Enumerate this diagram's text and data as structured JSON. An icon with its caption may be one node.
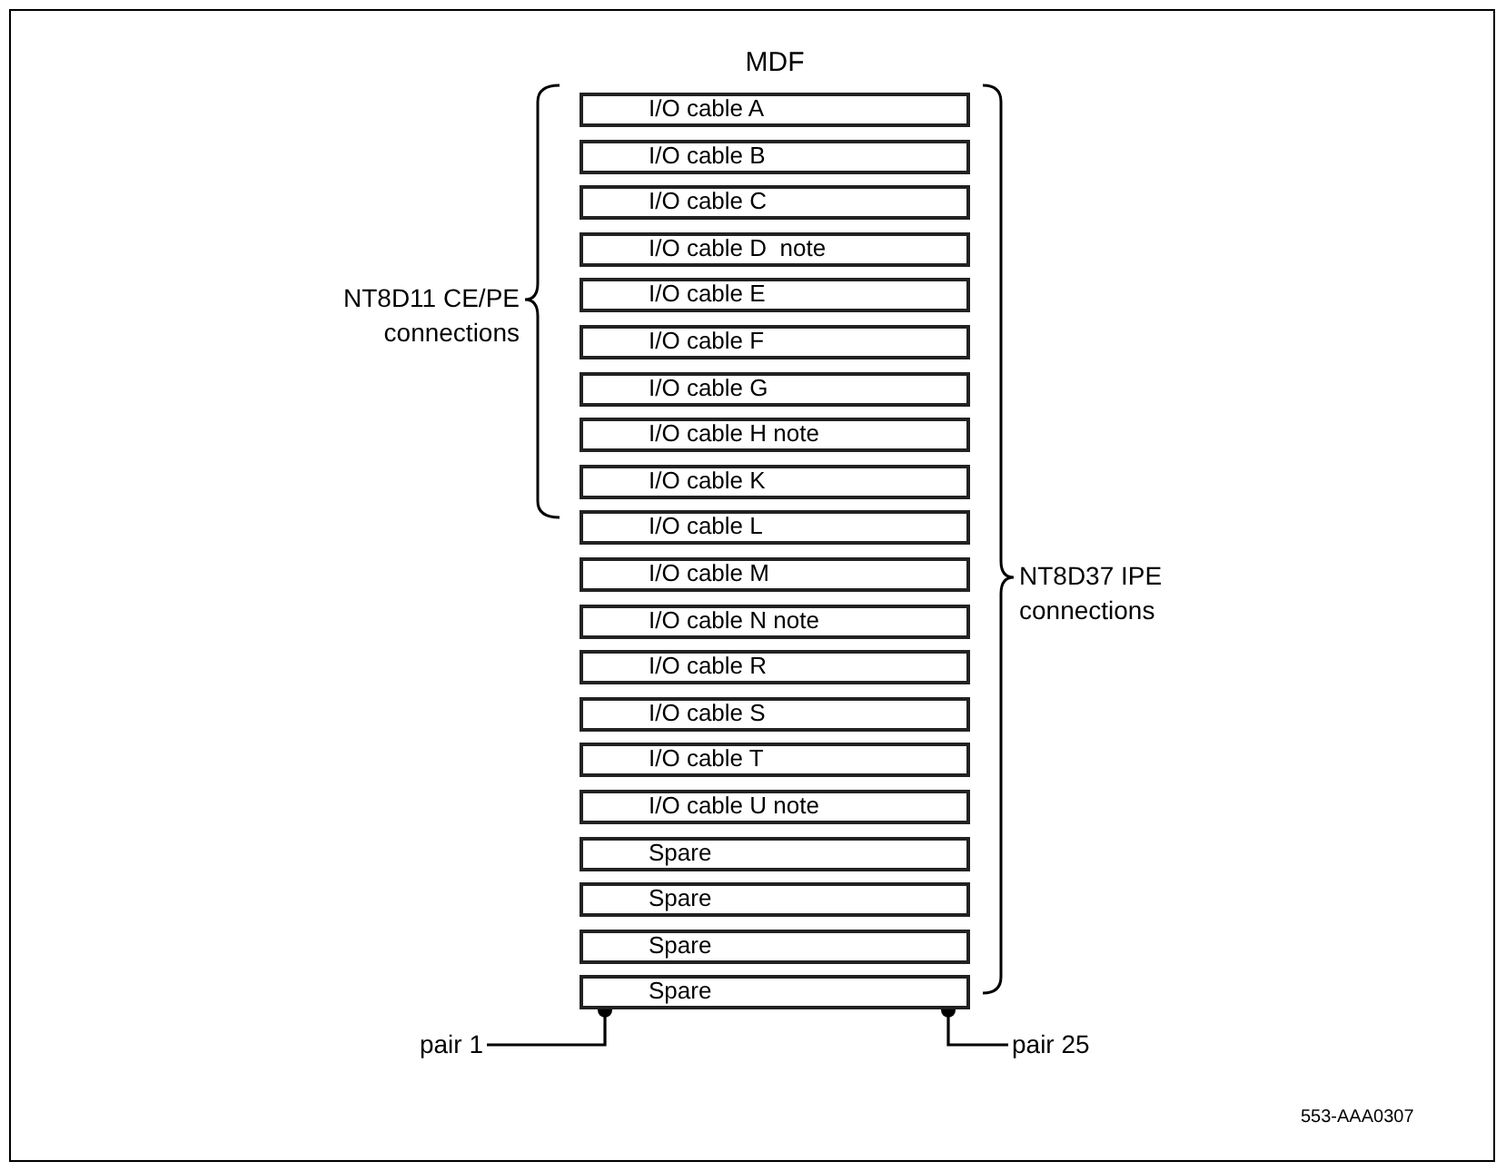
{
  "diagram": {
    "title": "MDF",
    "nodes": [
      {
        "text": [
          "I/O cable A"
        ]
      },
      {
        "text": [
          "I/O cable B"
        ]
      },
      {
        "text": [
          "I/O cable C"
        ]
      },
      {
        "text": [
          "I/O cable D  note"
        ]
      },
      {
        "text": [
          "I/O cable E"
        ]
      },
      {
        "text": [
          "I/O cable F"
        ]
      },
      {
        "text": [
          "I/O cable G"
        ]
      },
      {
        "text": [
          "I/O cable H note"
        ]
      },
      {
        "text": [
          "I/O cable K"
        ]
      },
      {
        "text": [
          "I/O cable L"
        ]
      },
      {
        "text": [
          "I/O cable M"
        ]
      },
      {
        "text": [
          "I/O cable N note"
        ]
      },
      {
        "text": [
          "I/O cable R"
        ]
      },
      {
        "text": [
          "I/O cable S"
        ]
      },
      {
        "text": [
          "I/O cable T"
        ]
      },
      {
        "text": [
          "I/O cable U note"
        ]
      },
      {
        "text": [
          "Spare"
        ]
      },
      {
        "text": [
          "Spare"
        ]
      },
      {
        "text": [
          "Spare"
        ]
      },
      {
        "text": [
          "Spare"
        ]
      },
      {
        "text": [
          "pair 1"
        ]
      },
      {
        "text": [
          "pair 25"
        ]
      }
    ],
    "edges": [
      {
        "from": 20,
        "to": 19,
        "arrow": "other"
      },
      {
        "from": 21,
        "to": 19,
        "arrow": "other"
      }
    ],
    "labels": [
      "NT8D11 CE/PE connections",
      "NT8D37 IPE connections",
      "553-AAA0307"
    ]
  }
}
